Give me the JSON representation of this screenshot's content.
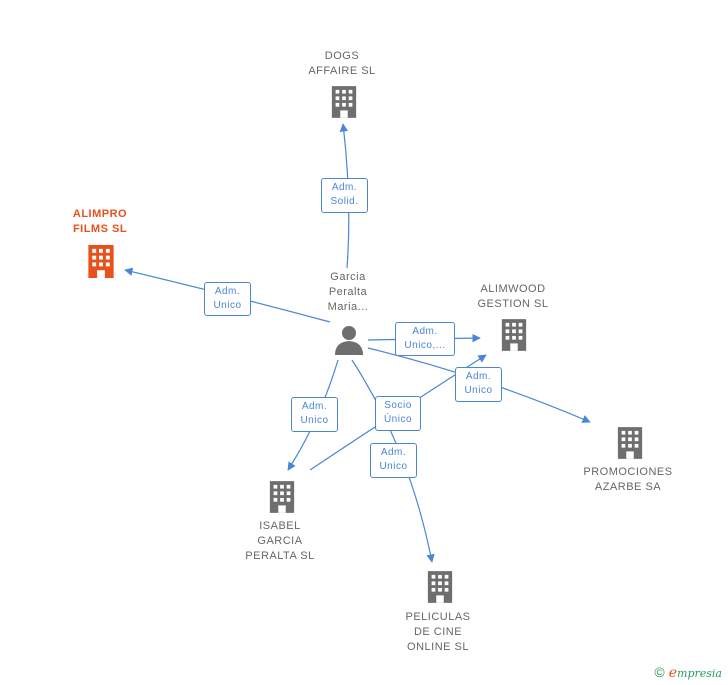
{
  "nodes": {
    "dogs": [
      "DOGS",
      "AFFAIRE SL"
    ],
    "alimpro": [
      "ALIMPRO",
      "FILMS SL"
    ],
    "person": [
      "Garcia",
      "Peralta",
      "Maria..."
    ],
    "alimwood": [
      "ALIMWOOD",
      "GESTION SL"
    ],
    "promociones": [
      "PROMOCIONES",
      "AZARBE SA"
    ],
    "isabel": [
      "ISABEL",
      "GARCIA",
      "PERALTA SL"
    ],
    "peliculas": [
      "PELICULAS",
      "DE CINE",
      "ONLINE  SL"
    ]
  },
  "edges": {
    "dogs": [
      "Adm.",
      "Solid."
    ],
    "alimpro": [
      "Adm.",
      "Unico"
    ],
    "alimwood_a": [
      "Adm.",
      "Unico,..."
    ],
    "alimwood_b": [
      "Adm.",
      "Unico"
    ],
    "isabel": [
      "Adm.",
      "Unico"
    ],
    "socio": [
      "Socio",
      "Único"
    ],
    "peliculas": [
      "Adm.",
      "Unico"
    ]
  },
  "footer": {
    "copyright": "©",
    "e": "e",
    "brand": "mpresia"
  },
  "colors": {
    "edge": "#4a86d4",
    "building": "#6e6e6e",
    "highlight": "#e8501c"
  }
}
